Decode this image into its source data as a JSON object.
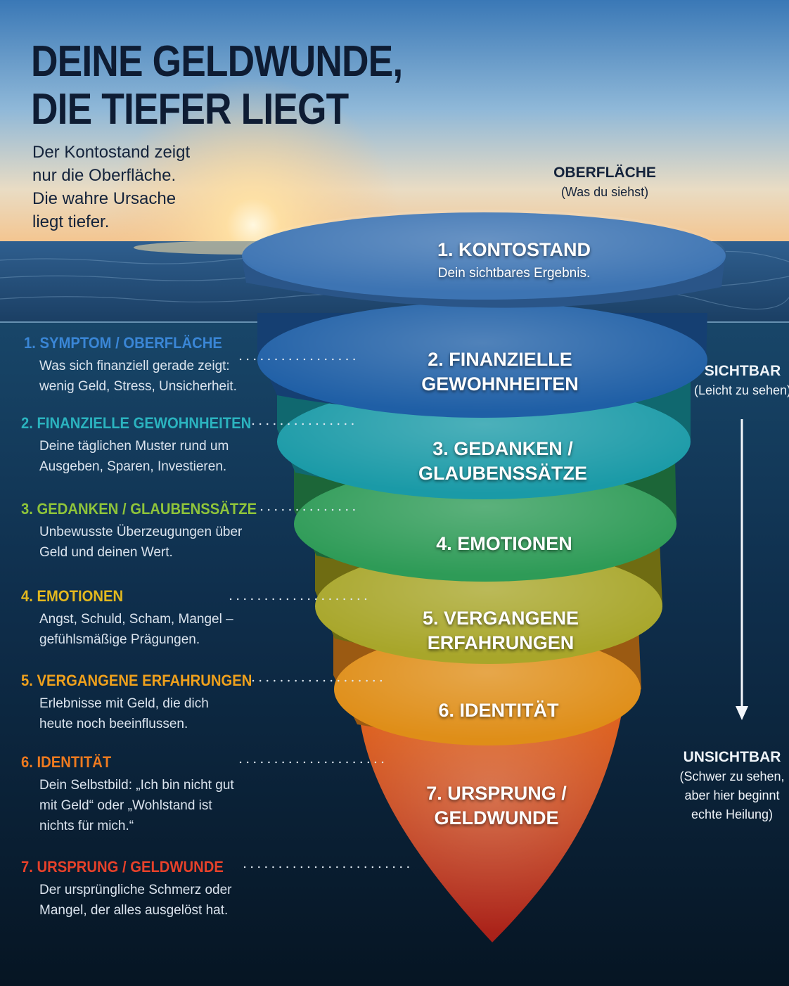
{
  "header": {
    "title_lines": [
      "DEINE GELDWUNDE,",
      "DIE TIEFER LIEGT"
    ],
    "subtitle_lines": [
      "Der Kontostand zeigt",
      "nur die Oberfläche.",
      "Die wahre Ursache",
      "liegt tiefer."
    ]
  },
  "zones": {
    "surface": {
      "label": "OBERFLÄCHE",
      "desc": "(Was du siehst)"
    },
    "visible": {
      "label": "SICHTBAR",
      "desc": "(Leicht zu sehen)"
    },
    "invisible": {
      "label": "UNSICHTBAR",
      "desc_lines": [
        "(Schwer zu sehen,",
        "aber hier beginnt",
        "echte Heilung)"
      ]
    }
  },
  "colors": {
    "sky_top": "#3b7ab8",
    "horizon": "#f2c48d",
    "deep_water": "#081a2c",
    "layer_1": "#3d74b3",
    "layer_2": "#1f5fa6",
    "layer_3": "#1a9aa7",
    "layer_4": "#2e9b57",
    "layer_5": "#a8a628",
    "layer_6": "#db8b17",
    "layer_7": "#c1301e"
  },
  "layers": [
    {
      "label_lines": [
        "1. KONTOSTAND"
      ],
      "sublabel": "Dein sichtbares Ergebnis."
    },
    {
      "label_lines": [
        "2. FINANZIELLE",
        "GEWOHNHEITEN"
      ]
    },
    {
      "label_lines": [
        "3. GEDANKEN /",
        "GLAUBENSSÄTZE"
      ]
    },
    {
      "label_lines": [
        "4. EMOTIONEN"
      ]
    },
    {
      "label_lines": [
        "5. VERGANGENE",
        "ERFAHRUNGEN"
      ]
    },
    {
      "label_lines": [
        "6. IDENTITÄT"
      ]
    },
    {
      "label_lines": [
        "7. URSPRUNG /",
        "GELDWUNDE"
      ]
    }
  ],
  "legend": [
    {
      "title": "1. SYMPTOM / OBERFLÄCHE",
      "color": "#3a86d6",
      "desc_lines": [
        "Was sich finanziell gerade zeigt:",
        "wenig Geld, Stress, Unsicherheit."
      ]
    },
    {
      "title": "2. FINANZIELLE GEWOHNHEITEN",
      "color": "#2bb3bf",
      "desc_lines": [
        "Deine täglichen Muster rund um",
        "Ausgeben, Sparen, Investieren."
      ]
    },
    {
      "title": "3. GEDANKEN / GLAUBENSSÄTZE",
      "color": "#8fc43a",
      "desc_lines": [
        "Unbewusste Überzeugungen über",
        "Geld und deinen Wert."
      ]
    },
    {
      "title": "4. EMOTIONEN",
      "color": "#e3b81e",
      "desc_lines": [
        "Angst, Schuld, Scham, Mangel –",
        "gefühlsmäßige Prägungen."
      ]
    },
    {
      "title": "5. VERGANGENE ERFAHRUNGEN",
      "color": "#f0a11c",
      "desc_lines": [
        "Erlebnisse mit Geld, die dich",
        "heute noch beeinflussen."
      ]
    },
    {
      "title": "6. IDENTITÄT",
      "color": "#ee7a1f",
      "desc_lines": [
        "Dein Selbstbild: „Ich bin nicht gut",
        "mit Geld“ oder „Wohlstand ist",
        "nichts für mich.“"
      ]
    },
    {
      "title": "7. URSPRUNG / GELDWUNDE",
      "color": "#e6412a",
      "desc_lines": [
        "Der ursprüngliche Schmerz oder",
        "Mangel, der alles ausgelöst hat."
      ]
    }
  ]
}
